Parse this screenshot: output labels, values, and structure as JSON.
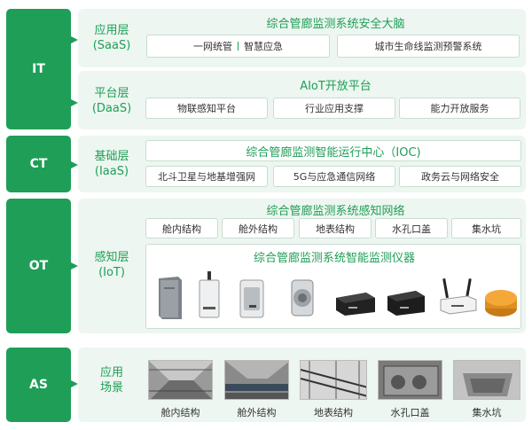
{
  "sidebar": {
    "it": "IT",
    "ct": "CT",
    "ot": "OT",
    "as": "AS"
  },
  "saas": {
    "label_cn": "应用层",
    "label_en": "(SaaS)",
    "title": "综合管廊监测系统安全大脑",
    "box1_a": "一网统管",
    "box1_b": "智慧应急",
    "box2": "城市生命线监测预警系统"
  },
  "daas": {
    "label_cn": "平台层",
    "label_en": "(DaaS)",
    "title": "AIoT开放平台",
    "boxes": [
      "物联感知平台",
      "行业应用支撑",
      "能力开放服务"
    ]
  },
  "iaas": {
    "label_cn": "基础层",
    "label_en": "(IaaS)",
    "title": "综合管廊监测智能运行中心（IOC)",
    "boxes": [
      "北斗卫星与地基增强网",
      "5G与应急通信网络",
      "政务云与网络安全"
    ]
  },
  "iot": {
    "label_cn": "感知层",
    "label_en": "(IoT)",
    "title": "综合管廊监测系统感知网络",
    "boxes": [
      "舱内结构",
      "舱外结构",
      "地表结构",
      "水孔口盖",
      "集水坑"
    ],
    "instrument_title": "综合管廊监测系统智能监测仪器"
  },
  "scenes": {
    "label_a": "应用",
    "label_b": "场景",
    "items": [
      "舱内结构",
      "舱外结构",
      "地表结构",
      "水孔口盖",
      "集水坑"
    ]
  },
  "colors": {
    "accent": "#1f9e57",
    "panel": "#edf6f0"
  }
}
